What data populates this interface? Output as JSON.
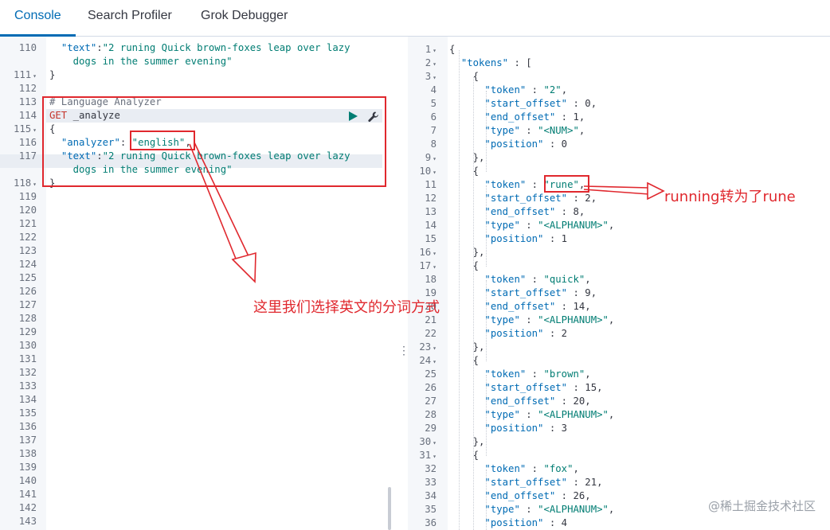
{
  "tabs": [
    {
      "label": "Console",
      "active": true
    },
    {
      "label": "Search Profiler",
      "active": false
    },
    {
      "label": "Grok Debugger",
      "active": false
    }
  ],
  "request_editor": {
    "lines": [
      {
        "n": "110",
        "parts": [
          [
            "  ",
            "plain"
          ],
          [
            "\"text\"",
            "key"
          ],
          [
            ":",
            "plain"
          ],
          [
            "\"2 runing Quick brown-foxes leap over lazy",
            "str"
          ]
        ]
      },
      {
        "n": "",
        "parts": [
          [
            "    dogs in the summer evening\"",
            "str"
          ]
        ]
      },
      {
        "n": "111",
        "fold": true,
        "parts": [
          [
            "}",
            "plain"
          ]
        ]
      },
      {
        "n": "112",
        "parts": []
      },
      {
        "n": "113",
        "parts": [
          [
            "# Language Analyzer",
            "comment"
          ]
        ]
      },
      {
        "n": "114",
        "parts": [
          [
            "GET",
            "method"
          ],
          [
            " _analyze",
            "plain"
          ]
        ]
      },
      {
        "n": "115",
        "fold": true,
        "parts": [
          [
            "{",
            "plain"
          ]
        ]
      },
      {
        "n": "116",
        "parts": [
          [
            "  ",
            "plain"
          ],
          [
            "\"analyzer\"",
            "key"
          ],
          [
            ": ",
            "plain"
          ],
          [
            "\"english\"",
            "str"
          ],
          [
            ",",
            "plain"
          ]
        ]
      },
      {
        "n": "117",
        "parts": [
          [
            "  ",
            "plain"
          ],
          [
            "\"text\"",
            "key"
          ],
          [
            ":",
            "plain"
          ],
          [
            "\"2 runing Quick brown-foxes leap over lazy",
            "str"
          ]
        ]
      },
      {
        "n": "",
        "parts": [
          [
            "    dogs in the summer evening\"",
            "str"
          ]
        ]
      },
      {
        "n": "118",
        "fold": true,
        "parts": [
          [
            "}",
            "plain"
          ]
        ]
      },
      {
        "n": "119",
        "parts": []
      },
      {
        "n": "120",
        "parts": []
      },
      {
        "n": "121",
        "parts": []
      },
      {
        "n": "122",
        "parts": []
      },
      {
        "n": "123",
        "parts": []
      },
      {
        "n": "124",
        "parts": []
      },
      {
        "n": "125",
        "parts": []
      },
      {
        "n": "126",
        "parts": []
      },
      {
        "n": "127",
        "parts": []
      },
      {
        "n": "128",
        "parts": []
      },
      {
        "n": "129",
        "parts": []
      },
      {
        "n": "130",
        "parts": []
      },
      {
        "n": "131",
        "parts": []
      },
      {
        "n": "132",
        "parts": []
      },
      {
        "n": "133",
        "parts": []
      },
      {
        "n": "134",
        "parts": []
      },
      {
        "n": "135",
        "parts": []
      },
      {
        "n": "136",
        "parts": []
      },
      {
        "n": "137",
        "parts": []
      },
      {
        "n": "138",
        "parts": []
      },
      {
        "n": "139",
        "parts": []
      },
      {
        "n": "140",
        "parts": []
      },
      {
        "n": "141",
        "parts": []
      },
      {
        "n": "142",
        "parts": []
      },
      {
        "n": "143",
        "parts": []
      }
    ]
  },
  "response_editor": {
    "lines": [
      {
        "n": "1",
        "fold": true,
        "parts": [
          [
            "{",
            "plain"
          ]
        ]
      },
      {
        "n": "2",
        "fold": true,
        "parts": [
          [
            "  ",
            "plain"
          ],
          [
            "\"tokens\"",
            "key"
          ],
          [
            " : [",
            "plain"
          ]
        ]
      },
      {
        "n": "3",
        "fold": true,
        "parts": [
          [
            "    {",
            "plain"
          ]
        ]
      },
      {
        "n": "4",
        "parts": [
          [
            "      ",
            "plain"
          ],
          [
            "\"token\"",
            "key"
          ],
          [
            " : ",
            "plain"
          ],
          [
            "\"2\"",
            "str"
          ],
          [
            ",",
            "plain"
          ]
        ]
      },
      {
        "n": "5",
        "parts": [
          [
            "      ",
            "plain"
          ],
          [
            "\"start_offset\"",
            "key"
          ],
          [
            " : 0,",
            "plain"
          ]
        ]
      },
      {
        "n": "6",
        "parts": [
          [
            "      ",
            "plain"
          ],
          [
            "\"end_offset\"",
            "key"
          ],
          [
            " : 1,",
            "plain"
          ]
        ]
      },
      {
        "n": "7",
        "parts": [
          [
            "      ",
            "plain"
          ],
          [
            "\"type\"",
            "key"
          ],
          [
            " : ",
            "plain"
          ],
          [
            "\"<NUM>\"",
            "str"
          ],
          [
            ",",
            "plain"
          ]
        ]
      },
      {
        "n": "8",
        "parts": [
          [
            "      ",
            "plain"
          ],
          [
            "\"position\"",
            "key"
          ],
          [
            " : 0",
            "plain"
          ]
        ]
      },
      {
        "n": "9",
        "fold": true,
        "parts": [
          [
            "    },",
            "plain"
          ]
        ]
      },
      {
        "n": "10",
        "fold": true,
        "parts": [
          [
            "    {",
            "plain"
          ]
        ]
      },
      {
        "n": "11",
        "parts": [
          [
            "      ",
            "plain"
          ],
          [
            "\"token\"",
            "key"
          ],
          [
            " : ",
            "plain"
          ],
          [
            "\"rune\"",
            "str"
          ],
          [
            ",",
            "plain"
          ]
        ]
      },
      {
        "n": "12",
        "parts": [
          [
            "      ",
            "plain"
          ],
          [
            "\"start_offset\"",
            "key"
          ],
          [
            " : 2,",
            "plain"
          ]
        ]
      },
      {
        "n": "13",
        "parts": [
          [
            "      ",
            "plain"
          ],
          [
            "\"end_offset\"",
            "key"
          ],
          [
            " : 8,",
            "plain"
          ]
        ]
      },
      {
        "n": "14",
        "parts": [
          [
            "      ",
            "plain"
          ],
          [
            "\"type\"",
            "key"
          ],
          [
            " : ",
            "plain"
          ],
          [
            "\"<ALPHANUM>\"",
            "str"
          ],
          [
            ",",
            "plain"
          ]
        ]
      },
      {
        "n": "15",
        "parts": [
          [
            "      ",
            "plain"
          ],
          [
            "\"position\"",
            "key"
          ],
          [
            " : 1",
            "plain"
          ]
        ]
      },
      {
        "n": "16",
        "fold": true,
        "parts": [
          [
            "    },",
            "plain"
          ]
        ]
      },
      {
        "n": "17",
        "fold": true,
        "parts": [
          [
            "    {",
            "plain"
          ]
        ]
      },
      {
        "n": "18",
        "parts": [
          [
            "      ",
            "plain"
          ],
          [
            "\"token\"",
            "key"
          ],
          [
            " : ",
            "plain"
          ],
          [
            "\"quick\"",
            "str"
          ],
          [
            ",",
            "plain"
          ]
        ]
      },
      {
        "n": "19",
        "parts": [
          [
            "      ",
            "plain"
          ],
          [
            "\"start_offset\"",
            "key"
          ],
          [
            " : 9,",
            "plain"
          ]
        ]
      },
      {
        "n": "20",
        "parts": [
          [
            "      ",
            "plain"
          ],
          [
            "\"end_offset\"",
            "key"
          ],
          [
            " : 14,",
            "plain"
          ]
        ]
      },
      {
        "n": "21",
        "parts": [
          [
            "      ",
            "plain"
          ],
          [
            "\"type\"",
            "key"
          ],
          [
            " : ",
            "plain"
          ],
          [
            "\"<ALPHANUM>\"",
            "str"
          ],
          [
            ",",
            "plain"
          ]
        ]
      },
      {
        "n": "22",
        "parts": [
          [
            "      ",
            "plain"
          ],
          [
            "\"position\"",
            "key"
          ],
          [
            " : 2",
            "plain"
          ]
        ]
      },
      {
        "n": "23",
        "fold": true,
        "parts": [
          [
            "    },",
            "plain"
          ]
        ]
      },
      {
        "n": "24",
        "fold": true,
        "parts": [
          [
            "    {",
            "plain"
          ]
        ]
      },
      {
        "n": "25",
        "parts": [
          [
            "      ",
            "plain"
          ],
          [
            "\"token\"",
            "key"
          ],
          [
            " : ",
            "plain"
          ],
          [
            "\"brown\"",
            "str"
          ],
          [
            ",",
            "plain"
          ]
        ]
      },
      {
        "n": "26",
        "parts": [
          [
            "      ",
            "plain"
          ],
          [
            "\"start_offset\"",
            "key"
          ],
          [
            " : 15,",
            "plain"
          ]
        ]
      },
      {
        "n": "27",
        "parts": [
          [
            "      ",
            "plain"
          ],
          [
            "\"end_offset\"",
            "key"
          ],
          [
            " : 20,",
            "plain"
          ]
        ]
      },
      {
        "n": "28",
        "parts": [
          [
            "      ",
            "plain"
          ],
          [
            "\"type\"",
            "key"
          ],
          [
            " : ",
            "plain"
          ],
          [
            "\"<ALPHANUM>\"",
            "str"
          ],
          [
            ",",
            "plain"
          ]
        ]
      },
      {
        "n": "29",
        "parts": [
          [
            "      ",
            "plain"
          ],
          [
            "\"position\"",
            "key"
          ],
          [
            " : 3",
            "plain"
          ]
        ]
      },
      {
        "n": "30",
        "fold": true,
        "parts": [
          [
            "    },",
            "plain"
          ]
        ]
      },
      {
        "n": "31",
        "fold": true,
        "parts": [
          [
            "    {",
            "plain"
          ]
        ]
      },
      {
        "n": "32",
        "parts": [
          [
            "      ",
            "plain"
          ],
          [
            "\"token\"",
            "key"
          ],
          [
            " : ",
            "plain"
          ],
          [
            "\"fox\"",
            "str"
          ],
          [
            ",",
            "plain"
          ]
        ]
      },
      {
        "n": "33",
        "parts": [
          [
            "      ",
            "plain"
          ],
          [
            "\"start_offset\"",
            "key"
          ],
          [
            " : 21,",
            "plain"
          ]
        ]
      },
      {
        "n": "34",
        "parts": [
          [
            "      ",
            "plain"
          ],
          [
            "\"end_offset\"",
            "key"
          ],
          [
            " : 26,",
            "plain"
          ]
        ]
      },
      {
        "n": "35",
        "parts": [
          [
            "      ",
            "plain"
          ],
          [
            "\"type\"",
            "key"
          ],
          [
            " : ",
            "plain"
          ],
          [
            "\"<ALPHANUM>\"",
            "str"
          ],
          [
            ",",
            "plain"
          ]
        ]
      },
      {
        "n": "36",
        "parts": [
          [
            "      ",
            "plain"
          ],
          [
            "\"position\"",
            "key"
          ],
          [
            " : 4",
            "plain"
          ]
        ]
      }
    ]
  },
  "annotations": {
    "analyzer_note": "这里我们选择英文的分词方式",
    "rune_note": "running转为了rune"
  },
  "watermark": "@稀土掘金技术社区",
  "icons": {
    "run": "play-icon",
    "settings": "wrench-icon",
    "splitter": "vertical-dots-icon"
  },
  "colors": {
    "accent": "#006bb4",
    "annotation": "#e0282e",
    "key": "#006bb4",
    "string": "#017d73",
    "method": "#c5362c",
    "run_button": "#017d73"
  }
}
